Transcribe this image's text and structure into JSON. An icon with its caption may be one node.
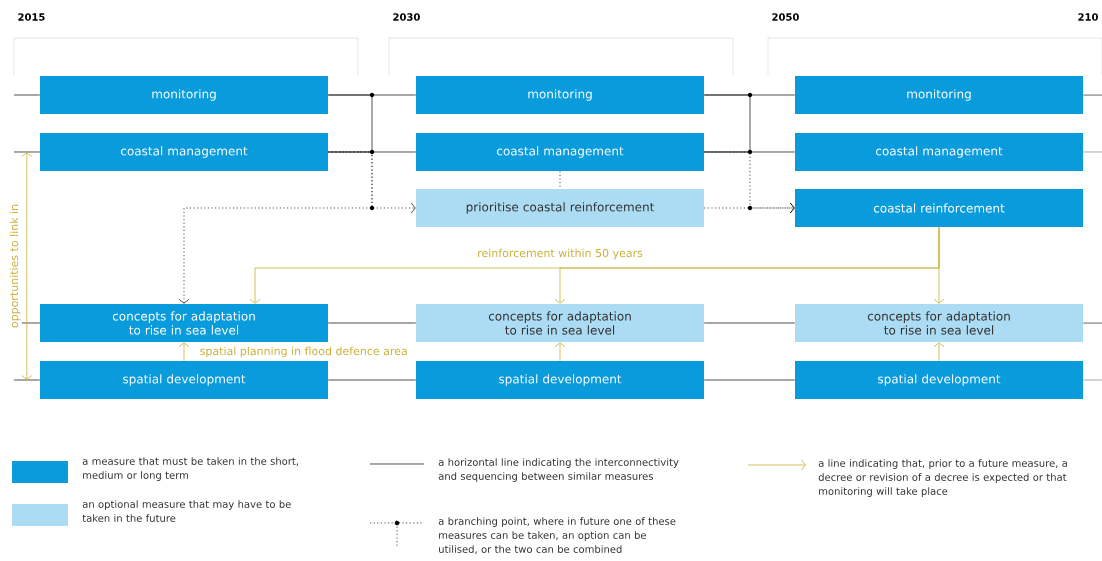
{
  "diagram": {
    "nodes": [
      {
        "text": [
          "monitoring"
        ]
      },
      {
        "text": [
          "monitoring"
        ]
      },
      {
        "text": [
          "monitoring"
        ]
      },
      {
        "text": [
          "coastal management"
        ]
      },
      {
        "text": [
          "coastal management"
        ]
      },
      {
        "text": [
          "coastal management"
        ]
      },
      {
        "text": [
          "prioritise coastal reinforcement"
        ]
      },
      {
        "text": [
          "coastal reinforcement"
        ]
      },
      {
        "text": [
          "concepts for adaptation to rise in sea level"
        ]
      },
      {
        "text": [
          "concepts for adaptation to rise in sea level"
        ]
      },
      {
        "text": [
          "concepts for adaptation to rise in sea level"
        ]
      },
      {
        "text": [
          "spatial development"
        ]
      },
      {
        "text": [
          "spatial development"
        ]
      },
      {
        "text": [
          "spatial development"
        ]
      }
    ],
    "edges": [
      {
        "from": null,
        "to": 0,
        "arrow": "none"
      },
      {
        "from": 0,
        "to": 1,
        "arrow": "none"
      },
      {
        "from": 1,
        "to": 2,
        "arrow": "none"
      },
      {
        "from": 2,
        "to": null,
        "arrow": "none"
      },
      {
        "from": null,
        "to": 3,
        "arrow": "none"
      },
      {
        "from": 3,
        "to": 4,
        "arrow": "none"
      },
      {
        "from": 4,
        "to": 5,
        "arrow": "none"
      },
      {
        "from": 5,
        "to": null,
        "arrow": "none"
      },
      {
        "from": null,
        "to": 8,
        "arrow": "none"
      },
      {
        "from": 8,
        "to": 9,
        "arrow": "none"
      },
      {
        "from": 9,
        "to": 10,
        "arrow": "none"
      },
      {
        "from": 10,
        "to": null,
        "arrow": "none"
      },
      {
        "from": null,
        "to": 11,
        "arrow": "none"
      },
      {
        "from": 11,
        "to": 12,
        "arrow": "none"
      },
      {
        "from": 12,
        "to": 13,
        "arrow": "none"
      },
      {
        "from": 13,
        "to": null,
        "arrow": "none"
      },
      {
        "from": 0,
        "to": 3,
        "arrow": "none"
      },
      {
        "from": 1,
        "to": 4,
        "arrow": "none"
      },
      {
        "from": 3,
        "to": 6,
        "arrow": "to",
        "style": "dashed"
      },
      {
        "from": 3,
        "to": 8,
        "arrow": "to",
        "style": "dashed"
      },
      {
        "from": 4,
        "to": 6,
        "arrow": "none",
        "style": "dashed"
      },
      {
        "from": 6,
        "to": 7,
        "arrow": "to",
        "style": "dashed"
      },
      {
        "from": 4,
        "to": 7,
        "arrow": "to",
        "style": "dashed"
      },
      {
        "from": 7,
        "to": 8,
        "arrow": "to",
        "label": "reinforcement within 50 years",
        "color": "#c8b03a"
      },
      {
        "from": 7,
        "to": 9,
        "arrow": "to",
        "color": "#c8b03a"
      },
      {
        "from": 7,
        "to": 10,
        "arrow": "to",
        "color": "#c8b03a"
      },
      {
        "from": 11,
        "to": 8,
        "arrow": "to",
        "label": "spatial planning in flood defence area",
        "color": "#c8b03a"
      },
      {
        "from": 12,
        "to": 9,
        "arrow": "to",
        "color": "#c8b03a"
      },
      {
        "from": 13,
        "to": 10,
        "arrow": "to",
        "color": "#c8b03a"
      },
      {
        "from": 3,
        "to": 11,
        "arrow": "both",
        "label": "opportunities to link in",
        "color": "#c8b03a"
      }
    ],
    "labels": [
      "2015",
      "2030",
      "2050",
      "210"
    ],
    "legend": [
      {
        "text": "a measure that must be taken in the short, medium or long term",
        "color": "#0a9bdc"
      },
      {
        "text": "an optional measure that may have to be taken in the future",
        "color": "#acdcf4"
      },
      {
        "text": "a horizontal line indicating the interconnectivity and sequencing between similar measures"
      },
      {
        "text": "a branching point, where in future one of these measures can be taken, an option can be utilised, or the two can be combined"
      },
      {
        "text": "a line indicating that, prior to a future measure, a decree or revision of a decree is expected or that monitoring will take place"
      }
    ]
  }
}
